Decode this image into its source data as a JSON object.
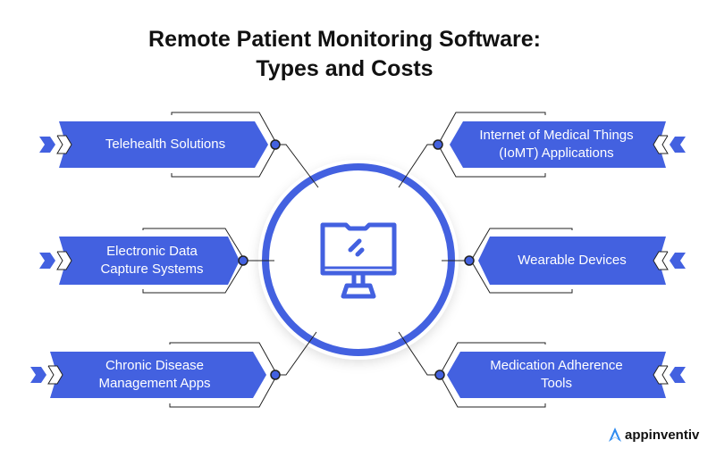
{
  "title": {
    "line1": "Remote Patient Monitoring Software:",
    "line2": "Types and Costs"
  },
  "left_items": [
    {
      "label": "Telehealth Solutions"
    },
    {
      "label": "Electronic Data Capture Systems"
    },
    {
      "label": "Chronic Disease Management Apps"
    }
  ],
  "right_items": [
    {
      "label": "Internet of Medical Things (IoMT) Applications"
    },
    {
      "label": "Wearable Devices"
    },
    {
      "label": "Medication Adherence Tools"
    }
  ],
  "center_icon": "monitor-icon",
  "brand": {
    "name": "appinventiv"
  },
  "colors": {
    "accent": "#4361E0",
    "line": "#222222"
  }
}
